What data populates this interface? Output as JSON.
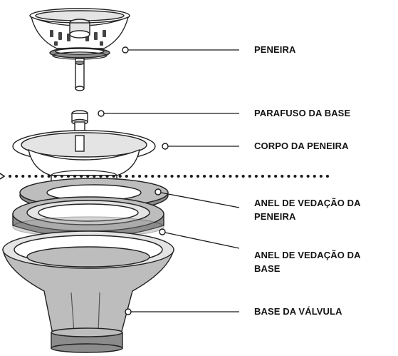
{
  "labels": {
    "strainer": "PENEIRA",
    "base_screw": "PARAFUSO DA BASE",
    "strainer_body": "CORPO DA PENEIRA",
    "strainer_seal_line1": "ANEL DE VEDAÇÃO DA",
    "strainer_seal_line2": "PENEIRA",
    "base_seal_line1": "ANEL DE VEDAÇÃO DA",
    "base_seal_line2": "BASE",
    "valve_base": "BASE DA VÁLVULA"
  },
  "colors": {
    "outline": "#222222",
    "metal_light": "#e4e4e4",
    "rubber": "#bdbdbd",
    "rubber_dark": "#8c8c8c",
    "text": "#141414"
  }
}
